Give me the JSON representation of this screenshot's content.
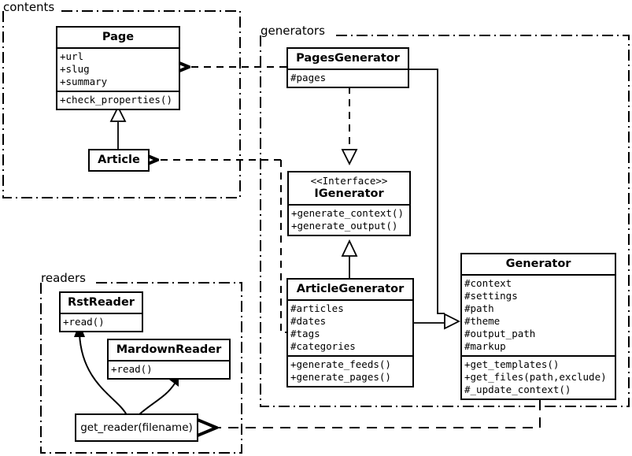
{
  "diagram": {
    "title": "UML class diagram",
    "stroke_color": "#000000",
    "background_color": "#ffffff"
  },
  "packages": [
    {
      "id": "contents",
      "label": "contents"
    },
    {
      "id": "generators",
      "label": "generators"
    },
    {
      "id": "readers",
      "label": "readers"
    }
  ],
  "classes": {
    "page": {
      "name": "Page",
      "attributes": [
        "+url",
        "+slug",
        "+summary"
      ],
      "methods": [
        "+check_properties()"
      ]
    },
    "article": {
      "name": "Article",
      "attributes": [],
      "methods": []
    },
    "pages_generator": {
      "name": "PagesGenerator",
      "attributes": [
        "#pages"
      ],
      "methods": []
    },
    "igenerator": {
      "stereotype": "<<Interface>>",
      "name": "IGenerator",
      "attributes": [],
      "methods": [
        "+generate_context()",
        "+generate_output()"
      ]
    },
    "article_generator": {
      "name": "ArticleGenerator",
      "attributes": [
        "#articles",
        "#dates",
        "#tags",
        "#categories"
      ],
      "methods": [
        "+generate_feeds()",
        "+generate_pages()"
      ]
    },
    "generator": {
      "name": "Generator",
      "attributes": [
        "#context",
        "#settings",
        "#path",
        "#theme",
        "#output_path",
        "#markup"
      ],
      "methods": [
        "+get_templates()",
        "+get_files(path,exclude)",
        "#_update_context()"
      ]
    },
    "get_reader": {
      "name": "get_reader(filename)"
    },
    "rst_reader": {
      "name": "RstReader",
      "methods": [
        "+read()"
      ]
    },
    "mardown_reader": {
      "name": "MardownReader",
      "methods": [
        "+read()"
      ]
    }
  },
  "relationships": [
    {
      "from": "Article",
      "to": "Page",
      "type": "generalization"
    },
    {
      "from": "PagesGenerator",
      "to": "IGenerator",
      "type": "realization"
    },
    {
      "from": "ArticleGenerator",
      "to": "IGenerator",
      "type": "generalization"
    },
    {
      "from": "PagesGenerator",
      "to": "Generator",
      "type": "generalization"
    },
    {
      "from": "ArticleGenerator",
      "to": "Generator",
      "type": "generalization"
    },
    {
      "from": "PagesGenerator",
      "to": "Page",
      "type": "dependency"
    },
    {
      "from": "ArticleGenerator",
      "to": "Article",
      "type": "dependency"
    },
    {
      "from": "Generator",
      "to": "get_reader(filename)",
      "type": "dependency"
    },
    {
      "from": "get_reader(filename)",
      "to": "RstReader",
      "type": "association"
    },
    {
      "from": "get_reader(filename)",
      "to": "MardownReader",
      "type": "association"
    }
  ]
}
